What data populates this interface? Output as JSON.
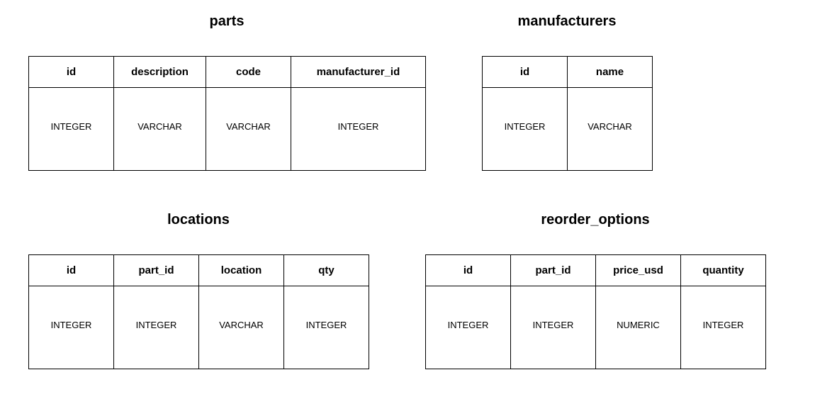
{
  "diagram": {
    "kind": "database-schema",
    "background_color": "#ffffff",
    "text_color": "#000000",
    "border_color": "#000000",
    "tables": [
      {
        "id": "parts",
        "title": "parts",
        "columns": [
          {
            "name": "id",
            "type": "INTEGER",
            "width": 120
          },
          {
            "name": "description",
            "type": "VARCHAR",
            "width": 130
          },
          {
            "name": "code",
            "type": "VARCHAR",
            "width": 120
          },
          {
            "name": "manufacturer_id",
            "type": "INTEGER",
            "width": 190
          }
        ]
      },
      {
        "id": "manufacturers",
        "title": "manufacturers",
        "columns": [
          {
            "name": "id",
            "type": "INTEGER",
            "width": 120
          },
          {
            "name": "name",
            "type": "VARCHAR",
            "width": 120
          }
        ]
      },
      {
        "id": "locations",
        "title": "locations",
        "columns": [
          {
            "name": "id",
            "type": "INTEGER",
            "width": 120
          },
          {
            "name": "part_id",
            "type": "INTEGER",
            "width": 120
          },
          {
            "name": "location",
            "type": "VARCHAR",
            "width": 120
          },
          {
            "name": "qty",
            "type": "INTEGER",
            "width": 120
          }
        ]
      },
      {
        "id": "reorder_options",
        "title": "reorder_options",
        "columns": [
          {
            "name": "id",
            "type": "INTEGER",
            "width": 120
          },
          {
            "name": "part_id",
            "type": "INTEGER",
            "width": 120
          },
          {
            "name": "price_usd",
            "type": "NUMERIC",
            "width": 120
          },
          {
            "name": "quantity",
            "type": "INTEGER",
            "width": 120
          }
        ]
      }
    ]
  }
}
